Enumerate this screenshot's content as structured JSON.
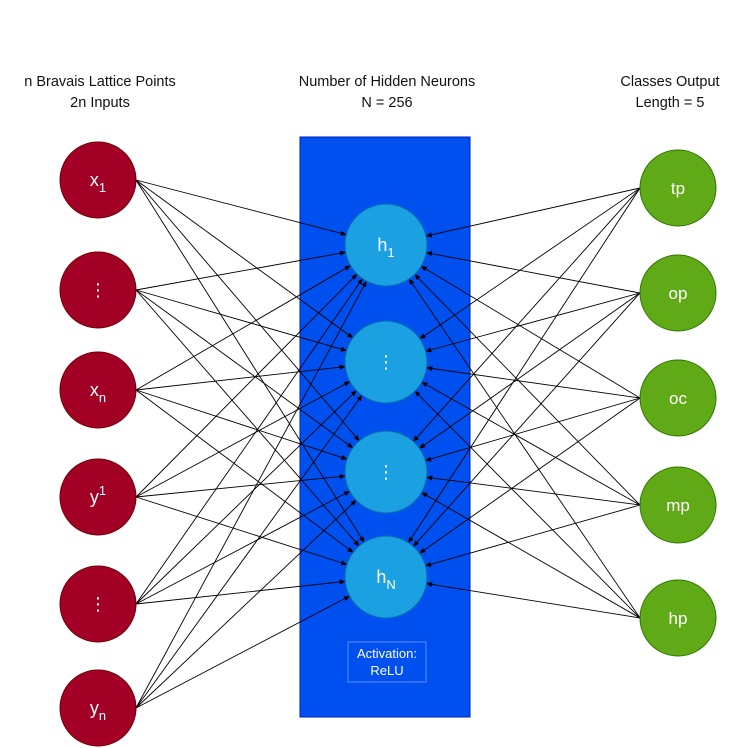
{
  "headers": {
    "input": [
      "n Bravais Lattice Points",
      "2n Inputs"
    ],
    "hidden": [
      "Number of Hidden Neurons",
      "N = 256"
    ],
    "output": [
      "Classes Output",
      "Length = 5"
    ]
  },
  "input_nodes": [
    {
      "base": "x",
      "sub": "1",
      "sup": ""
    },
    {
      "base": "⋮",
      "sub": "",
      "sup": ""
    },
    {
      "base": "x",
      "sub": "n",
      "sup": ""
    },
    {
      "base": "y",
      "sub": "",
      "sup": "1"
    },
    {
      "base": "⋮",
      "sub": "",
      "sup": ""
    },
    {
      "base": "y",
      "sub": "n",
      "sup": ""
    }
  ],
  "hidden_nodes": [
    {
      "base": "h",
      "sub": "1"
    },
    {
      "base": "⋮",
      "sub": ""
    },
    {
      "base": "⋮",
      "sub": ""
    },
    {
      "base": "h",
      "sub": "N"
    }
  ],
  "output_nodes": [
    "tp",
    "op",
    "oc",
    "mp",
    "hp"
  ],
  "activation": [
    "Activation:",
    "ReLU"
  ],
  "colors": {
    "input_fill": "#a20025",
    "input_stroke": "#6f0000",
    "hidden_panel": "#0050ef",
    "hidden_panel_stroke": "#001dbc",
    "hidden_fill": "#1ba1e2",
    "hidden_stroke": "#006eaf",
    "output_fill": "#60a917",
    "output_stroke": "#2d7600",
    "edge": "#000000"
  }
}
